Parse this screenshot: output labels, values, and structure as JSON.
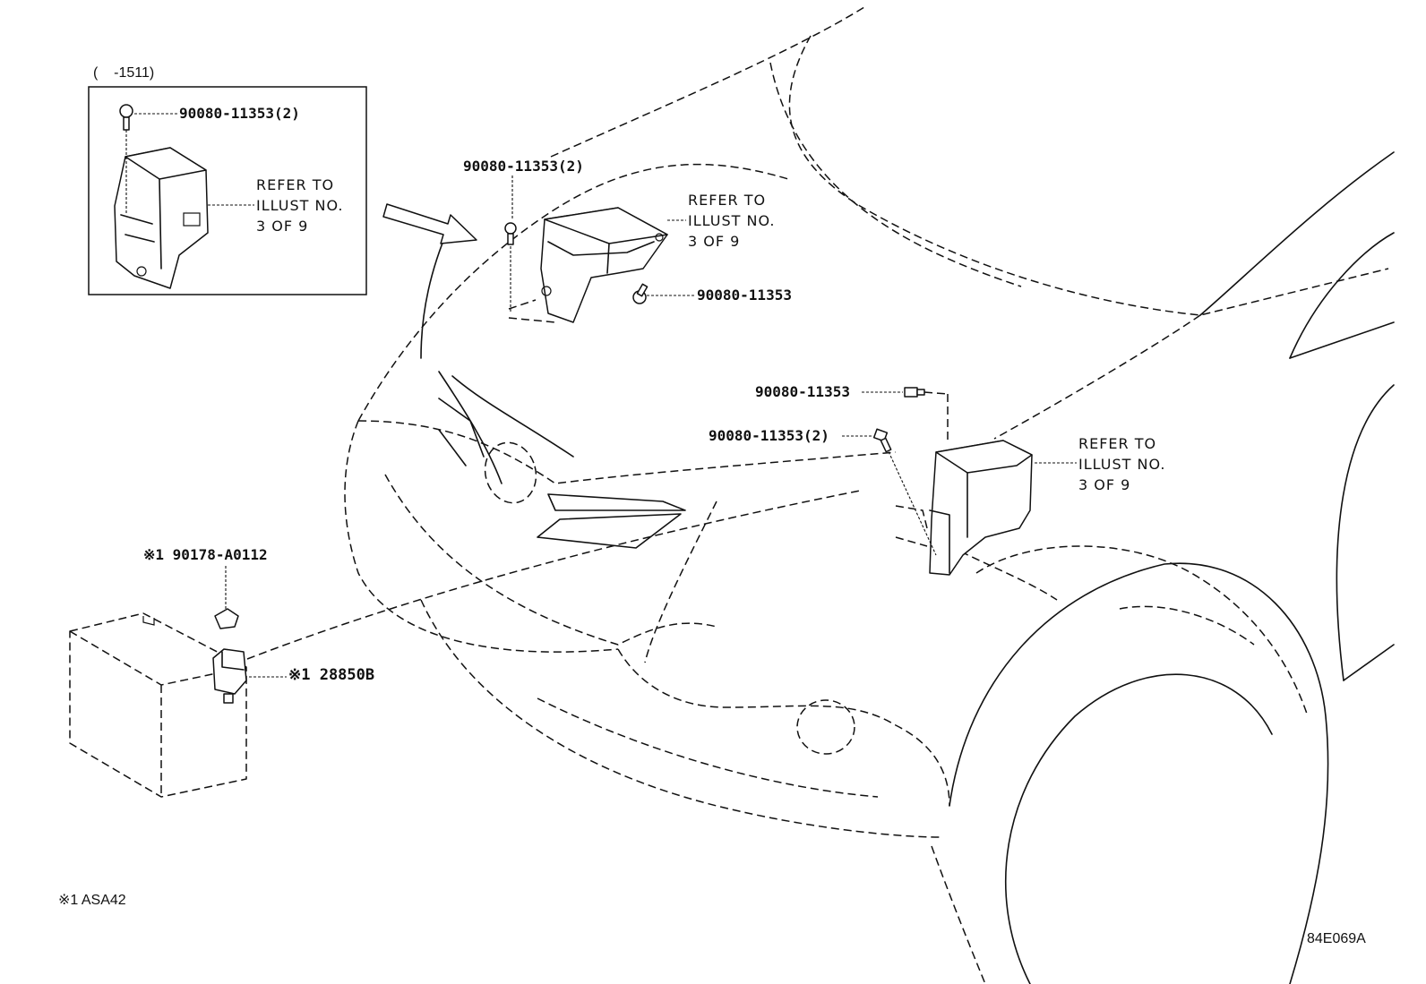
{
  "inset": {
    "variant_note": "(    -1511)"
  },
  "callouts": {
    "inset_bolt": "90080-11353(2)",
    "upper_bolt_top": "90080-11353(2)",
    "upper_bolt_side": "90080-11353",
    "lower_bolt_top": "90080-11353",
    "lower_bolt_mid": "90080-11353(2)",
    "nut": "※1 90178-A0112",
    "relay": "※1 28850B"
  },
  "references": {
    "inset": [
      "REFER TO",
      "ILLUST NO.",
      "3 OF 9"
    ],
    "upper": [
      "REFER TO",
      "ILLUST NO.",
      "3 OF 9"
    ],
    "lower": [
      "REFER TO",
      "ILLUST NO.",
      "3 OF 9"
    ]
  },
  "footnote": "※1 ASA42",
  "diagram_id": "84E069A"
}
